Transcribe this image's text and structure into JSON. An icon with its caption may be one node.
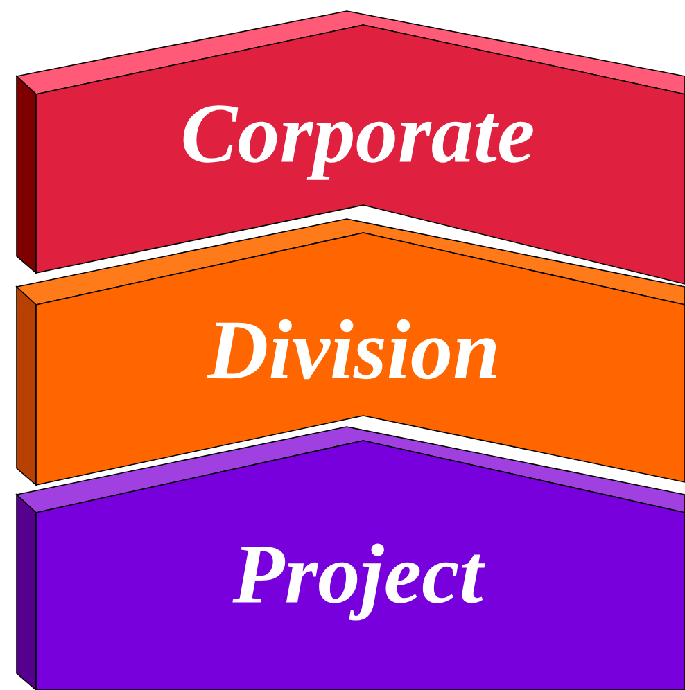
{
  "diagram": {
    "nodes": [
      {
        "text": [
          "Corporate"
        ]
      },
      {
        "text": [
          "Division"
        ]
      },
      {
        "text": [
          "Project"
        ]
      }
    ]
  }
}
